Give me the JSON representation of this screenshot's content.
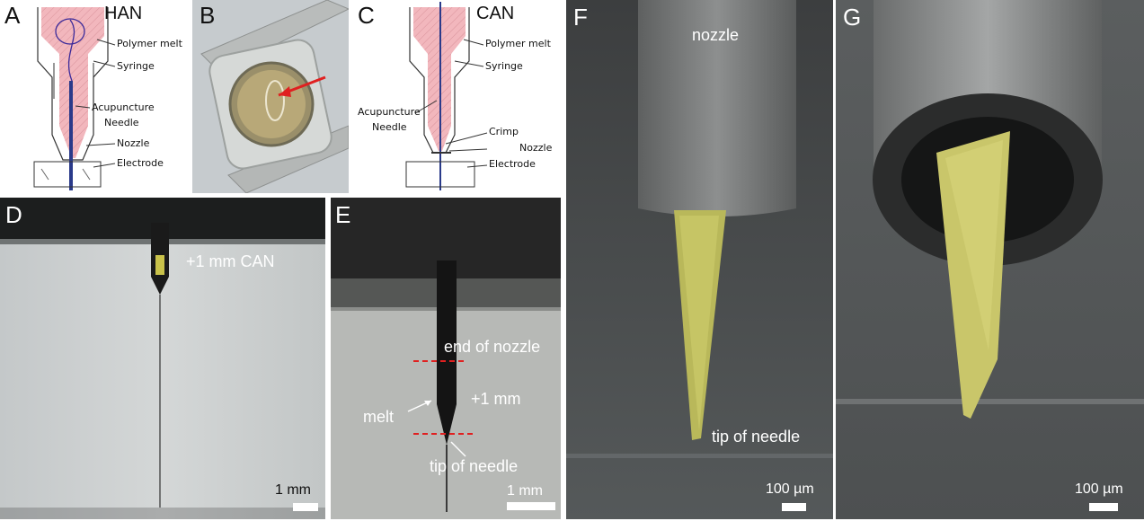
{
  "panels": {
    "A": {
      "letter": "A",
      "title": "HAN",
      "labels": {
        "polymer": "Polymer melt",
        "syringe": "Syringe",
        "acupuncture": "Acupuncture",
        "needle": "Needle",
        "nozzle": "Nozzle",
        "electrode": "Electrode"
      }
    },
    "B": {
      "letter": "B"
    },
    "C": {
      "letter": "C",
      "title": "CAN",
      "labels": {
        "polymer": "Polymer melt",
        "syringe": "Syringe",
        "acupuncture": "Acupuncture",
        "needle": "Needle",
        "crimp": "Crimp",
        "nozzle": "Nozzle",
        "electrode": "Electrode"
      }
    },
    "D": {
      "letter": "D",
      "annotation": "+1 mm CAN",
      "scalebar": "1 mm"
    },
    "E": {
      "letter": "E",
      "end_of_nozzle": "end of nozzle",
      "plus_1mm": "+1 mm",
      "melt": "melt",
      "tip_of_needle": "tip of needle",
      "scalebar": "1 mm"
    },
    "F": {
      "letter": "F",
      "nozzle": "nozzle",
      "tip_of_needle": "tip of needle",
      "scalebar": "100 µm"
    },
    "G": {
      "letter": "G",
      "scalebar": "100 µm"
    }
  },
  "colors": {
    "melt": "#f2b7bd",
    "needle": "#2a3a8a",
    "polymer_coating": "#d8d66a",
    "dashed": "#e02020"
  }
}
